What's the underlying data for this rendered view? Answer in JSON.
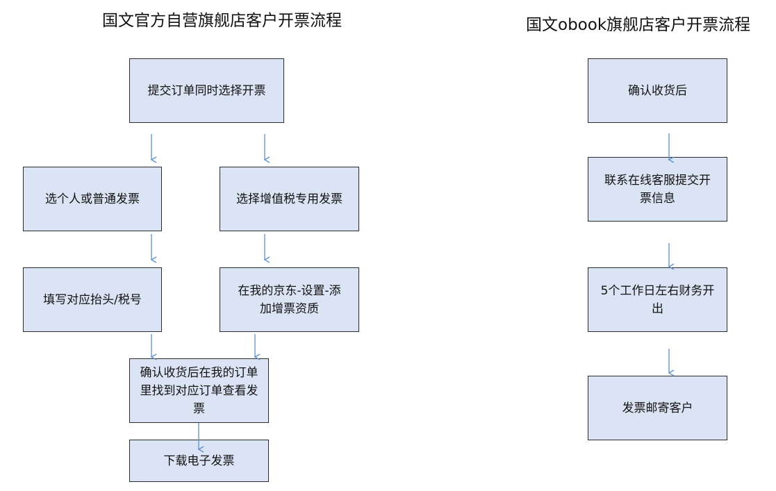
{
  "left_flow": {
    "title": "国文官方自营旗舰店客户开票流程",
    "submit": "提交订单同时选择开票",
    "personal": "选个人或普通发票",
    "vat": "选择增值税专用发票",
    "fill_header": "填写对应抬头/税号",
    "add_qualification": "在我的京东-设置-添加增票资质",
    "find_invoice": "确认收货后在我的订单里找到对应订单查看发票",
    "download": "下载电子发票"
  },
  "right_flow": {
    "title": "国文obook旗舰店客户开票流程",
    "confirm": "确认收货后",
    "contact": "联系在线客服提交开票信息",
    "finance": "5个工作日左右财务开出",
    "mail": "发票邮寄客户"
  },
  "colors": {
    "box_fill": "#dbe4f4",
    "box_border": "#2b2b2b",
    "arrow": "#5b8fd0"
  }
}
